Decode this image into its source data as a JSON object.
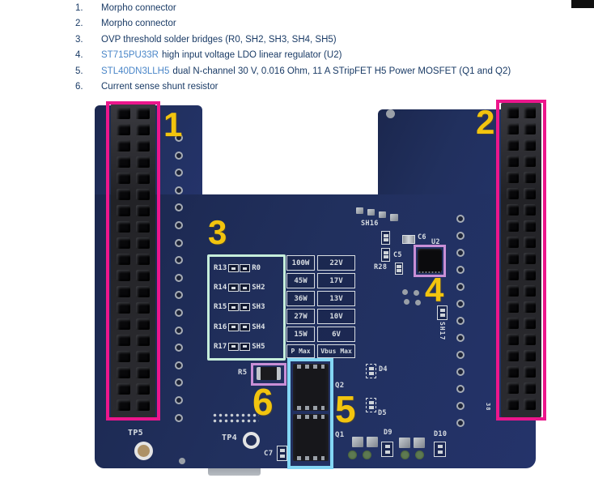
{
  "document": {
    "list_items": [
      {
        "number": "1.",
        "link": "",
        "text": "Morpho connector"
      },
      {
        "number": "2.",
        "link": "",
        "text": "Morpho connector"
      },
      {
        "number": "3.",
        "link": "",
        "text": "OVP threshold solder bridges (R0, SH2, SH3, SH4, SH5)"
      },
      {
        "number": "4.",
        "link": "ST715PU33R",
        "text": "high input voltage LDO linear regulator (U2)"
      },
      {
        "number": "5.",
        "link": "STL40DN3LLH5",
        "text": "dual N-channel 30 V, 0.016 Ohm, 11 A STripFET H5 Power MOSFET (Q1 and Q2)"
      },
      {
        "number": "6.",
        "link": "",
        "text": "Current sense shunt resistor"
      }
    ]
  },
  "board": {
    "callouts": {
      "n1": "1",
      "n2": "2",
      "n3": "3",
      "n4": "4",
      "n5": "5",
      "n6": "6"
    },
    "silkscreen": {
      "sh16": "SH16",
      "c5": "C5",
      "c6": "C6",
      "u2": "U2",
      "r28": "R28",
      "sh17": "SH17",
      "r5": "R5",
      "q1": "Q1",
      "q2": "Q2",
      "c7": "C7",
      "tp4": "TP4",
      "tp5": "TP5",
      "d4": "D4",
      "d5": "D5",
      "d9": "D9",
      "d10": "D10",
      "pin38": "38"
    },
    "bridge_table": {
      "rows": [
        {
          "ref": "R13",
          "bridge": "R0",
          "power": "100W",
          "voltage": "22V"
        },
        {
          "ref": "R14",
          "bridge": "SH2",
          "power": "45W",
          "voltage": "17V"
        },
        {
          "ref": "R15",
          "bridge": "SH3",
          "power": "36W",
          "voltage": "13V"
        },
        {
          "ref": "R16",
          "bridge": "SH4",
          "power": "27W",
          "voltage": "10V"
        },
        {
          "ref": "R17",
          "bridge": "SH5",
          "power": "15W",
          "voltage": "6V"
        }
      ],
      "footer": {
        "power": "P Max",
        "voltage": "Vbus Max"
      }
    },
    "colors": {
      "board_blue": "#21305e",
      "annotation_pink": "#ec168c",
      "annotation_violet": "#c98fd6",
      "annotation_cyan": "#84d7f4",
      "annotation_mint": "#c6eedb",
      "callout_yellow": "#f2c40e",
      "silkscreen_white": "#d8dde2"
    }
  }
}
